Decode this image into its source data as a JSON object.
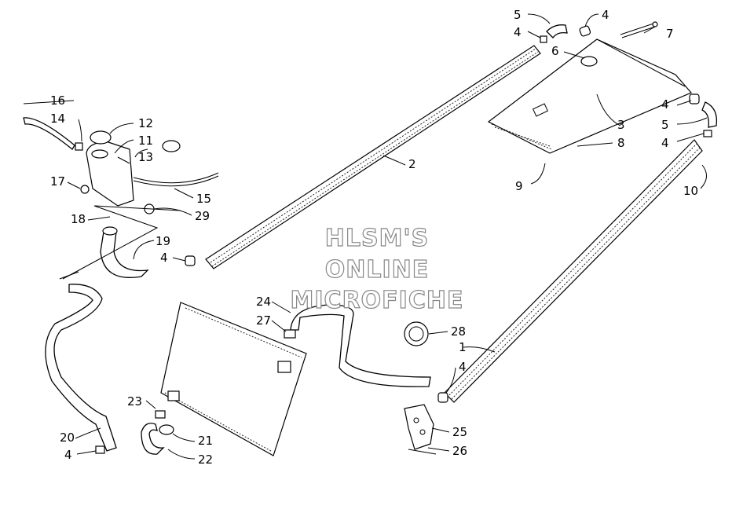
{
  "watermark": {
    "line1": "HLSM'S",
    "line2": "ONLINE",
    "line3": "MICROFICHE"
  },
  "callouts": {
    "c1": "1",
    "c2": "2",
    "c3": "3",
    "c4a": "4",
    "c4b": "4",
    "c4c": "4",
    "c4d": "4",
    "c4e": "4",
    "c4f": "4",
    "c4g": "4",
    "c5a": "5",
    "c5b": "5",
    "c6": "6",
    "c7": "7",
    "c8": "8",
    "c9": "9",
    "c10": "10",
    "c11": "11",
    "c12": "12",
    "c13": "13",
    "c14": "14",
    "c15": "15",
    "c16": "16",
    "c17": "17",
    "c18": "18",
    "c19": "19",
    "c20": "20",
    "c21": "21",
    "c22": "22",
    "c23": "23",
    "c24": "24",
    "c25": "25",
    "c26": "26",
    "c27": "27",
    "c28": "28",
    "c29": "29"
  }
}
